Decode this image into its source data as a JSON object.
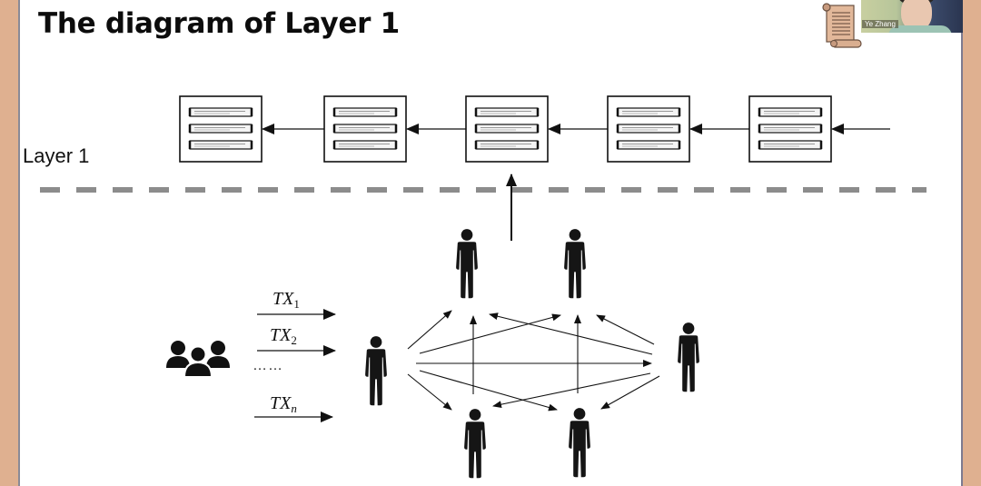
{
  "slide": {
    "title": "The diagram of Layer 1",
    "layer_label": "Layer 1"
  },
  "blockchain": {
    "block_count": 5,
    "records_per_block": 3,
    "direction": "right-to-left",
    "colors": {
      "stroke": "#111111",
      "divider": "#8c8c8c"
    }
  },
  "transactions": {
    "items": [
      {
        "base": "TX",
        "sub": "1"
      },
      {
        "base": "TX",
        "sub": "2"
      },
      {
        "base": "TX",
        "sub": "n"
      }
    ],
    "ellipsis": "……"
  },
  "network": {
    "nodes": [
      "sender",
      "top-left",
      "top-right",
      "right",
      "bottom-left",
      "bottom-right"
    ],
    "submits_to_block": 3
  },
  "video_overlay": {
    "participant_name": "Ye Zhang"
  },
  "colors": {
    "frame": "#dfb090",
    "slide_background": "#ffffff",
    "ink": "#111111",
    "dash": "#8c8c8c"
  }
}
